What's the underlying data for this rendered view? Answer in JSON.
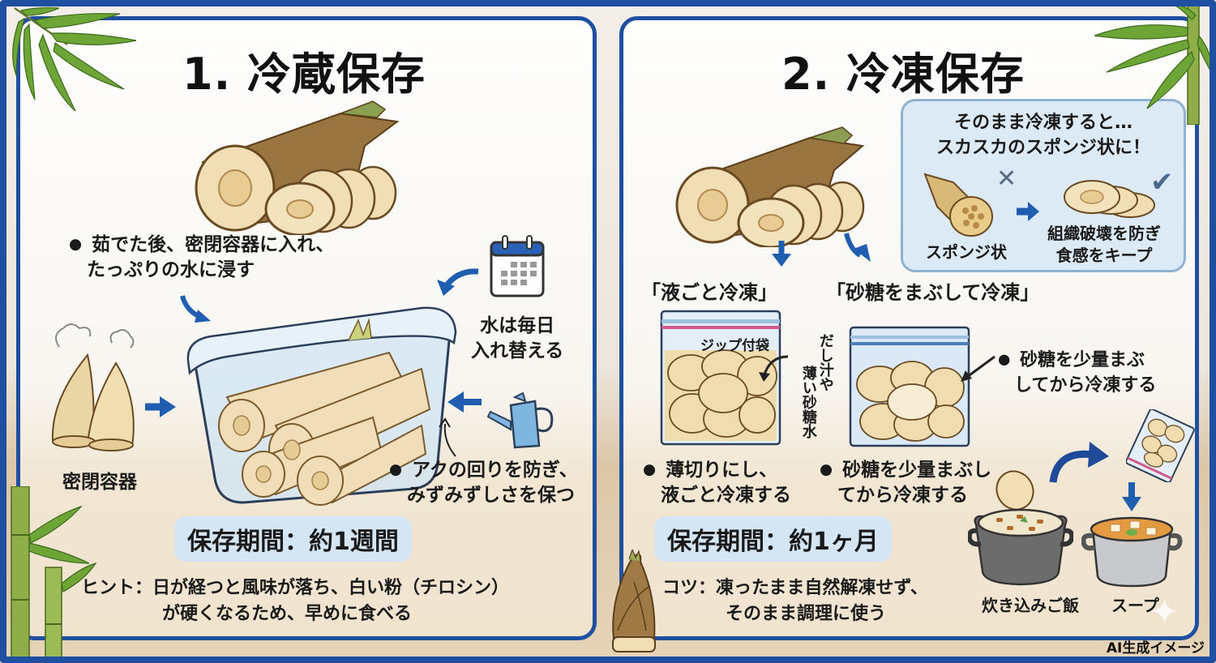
{
  "theme": {
    "frame_color": "#1f4fa0",
    "arrow_color": "#1f5db0",
    "badge_bg": "#d4e6f4",
    "bubble_bg": "#dbeaf5"
  },
  "left_panel": {
    "title": "1. 冷蔵保存",
    "step_bullet_line1": "茹でた後、密閉容器に入れ、",
    "step_bullet_line2": "たっぷりの水に浸す",
    "container_label": "密閉容器",
    "calendar_note_line1": "水は毎日",
    "calendar_note_line2": "入れ替える",
    "benefit_bullet_line1": "アクの回りを防ぎ、",
    "benefit_bullet_line2": "みずみずしさを保つ",
    "period": "保存期間：約1週間",
    "hint_label": "ヒント：",
    "hint_line1": "日が経つと風味が落ち、白い粉（チロシン）",
    "hint_line2": "が硬くなるため、早めに食べる",
    "icons": [
      "bamboo-leaf-icon",
      "bamboo-shoot-icon",
      "sliced-bamboo-shoot-icon",
      "container-icon",
      "calendar-icon",
      "watering-can-icon",
      "arrow-icon"
    ]
  },
  "right_panel": {
    "title": "2. 冷凍保存",
    "bubble_line1": "そのまま冷凍すると…",
    "bubble_line2": "スカスカのスポンジ状に！",
    "bubble_bad_label": "スポンジ状",
    "bubble_good_line1": "組織破壊を防ぎ",
    "bubble_good_line2": "食感をキープ",
    "method1_heading": "「液ごと冷凍」",
    "method2_heading": "「砂糖をまぶして冷凍」",
    "bag_label": "ジップ付袋",
    "liquid_note_col1": "だし汁や",
    "liquid_note_col2": "薄い砂糖水",
    "sugar_note_line1": "砂糖を少量まぶ",
    "sugar_note_line2": "してから冷凍する",
    "method1_bullet_line1": "薄切りにし、",
    "method1_bullet_line2": "液ごと冷凍する",
    "method2_bullet_line1": "砂糖を少量まぶし",
    "method2_bullet_line2": "てから冷凍する",
    "period": "保存期間：約1ヶ月",
    "tip_label": "コツ：",
    "tip_line1": "凍ったまま自然解凍せず、",
    "tip_line2": "そのまま調理に使う",
    "dish1": "炊き込みご飯",
    "dish2": "スープ",
    "icons": [
      "bamboo-leaf-icon",
      "sliced-bamboo-shoot-icon",
      "sponge-bamboo-icon",
      "bamboo-slices-icon",
      "cross-icon",
      "check-icon",
      "zip-bag-icon",
      "rice-pot-icon",
      "soup-pot-icon",
      "arrow-icon"
    ]
  },
  "footer": {
    "credit": "AI生成イメージ"
  }
}
